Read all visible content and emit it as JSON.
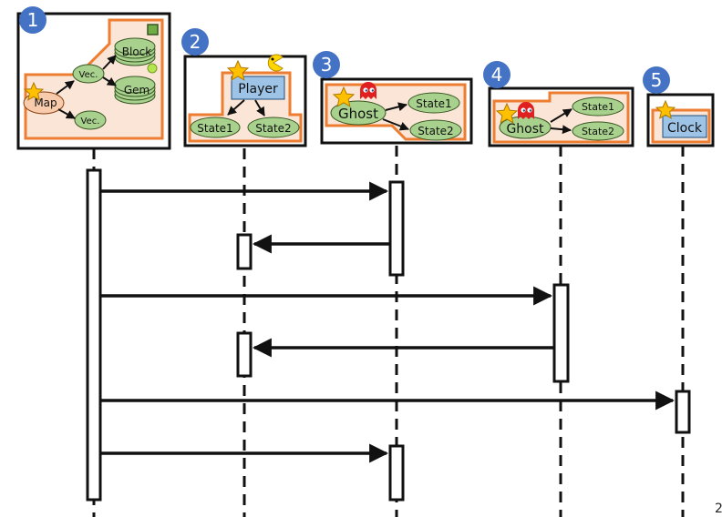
{
  "panels": [
    {
      "number": "1",
      "nodes": {
        "map": "Map",
        "vec_a": "Vec.",
        "vec_b": "Vec.",
        "block": "Block",
        "gem": "Gem"
      }
    },
    {
      "number": "2",
      "nodes": {
        "player": "Player",
        "state1": "State1",
        "state2": "State2"
      }
    },
    {
      "number": "3",
      "nodes": {
        "ghost": "Ghost",
        "state1": "State1",
        "state2": "State2"
      }
    },
    {
      "number": "4",
      "nodes": {
        "ghost": "Ghost",
        "state1": "State1",
        "state2": "State2"
      }
    },
    {
      "number": "5",
      "nodes": {
        "clock": "Clock"
      }
    }
  ],
  "messages": [
    {
      "from": 1,
      "to": 3
    },
    {
      "from": 3,
      "to": 2
    },
    {
      "from": 1,
      "to": 4
    },
    {
      "from": 4,
      "to": 2
    },
    {
      "from": 1,
      "to": 5
    },
    {
      "from": 1,
      "to": 3
    }
  ],
  "page_number": "2",
  "colors": {
    "badge": "#4472c4",
    "region_fill": "#fbe5d6",
    "region_stroke": "#ed7d31",
    "node_green": "#a9d18e",
    "node_blue": "#9dc3e6",
    "star": "#ffc000",
    "ghost": "#e02020",
    "pacman": "#ffd700"
  }
}
